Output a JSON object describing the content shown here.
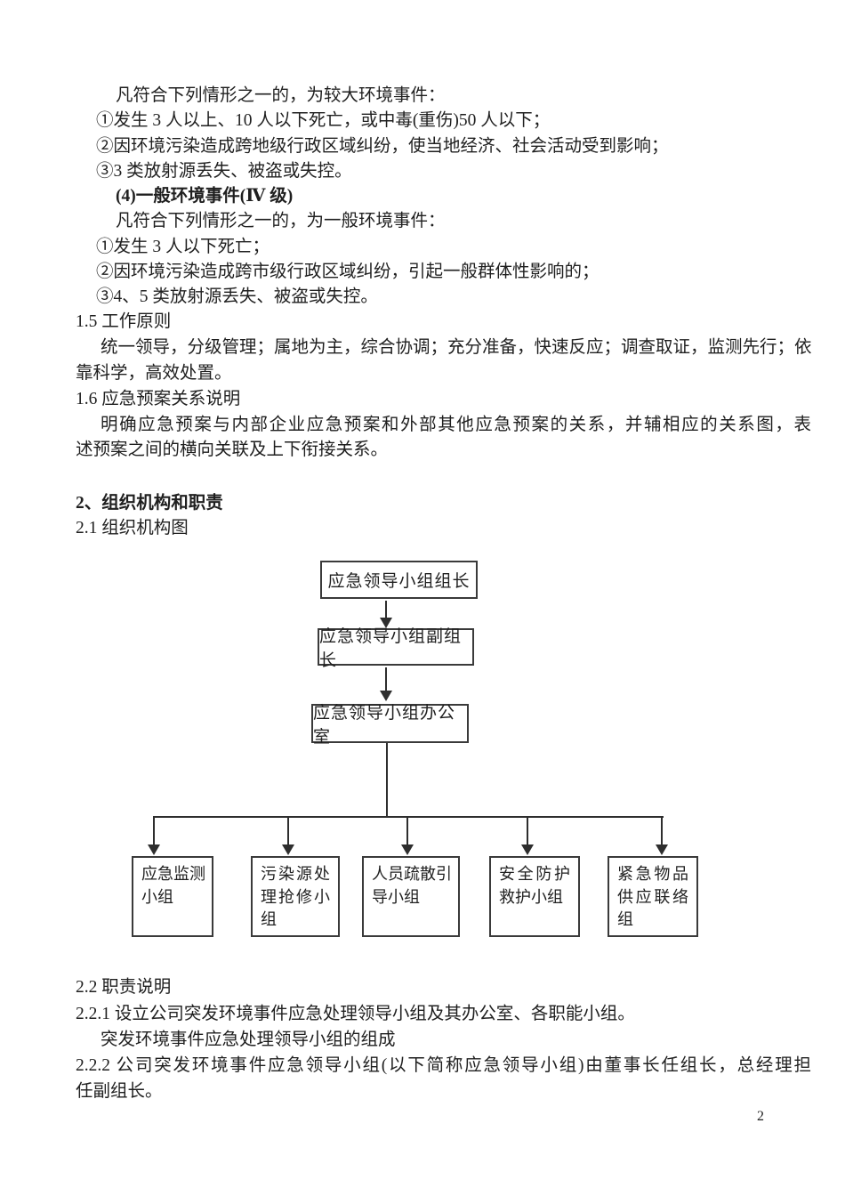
{
  "document": {
    "lines": [
      "凡符合下列情形之一的，为较大环境事件：",
      "①发生 3 人以上、10 人以下死亡，或中毒(重伤)50 人以下；",
      "②因环境污染造成跨地级行政区域纠纷，使当地经济、社会活动受到影响；",
      "③3 类放射源丢失、被盗或失控。",
      "(4)一般环境事件(Ⅳ 级)",
      "凡符合下列情形之一的，为一般环境事件：",
      "①发生 3 人以下死亡；",
      "②因环境污染造成跨市级行政区域纠纷，引起一般群体性影响的；",
      "③4、5 类放射源丢失、被盗或失控。",
      "1.5 工作原则",
      "统一领导，分级管理；属地为主，综合协调；充分准备，快速反应；调查取证，监测先行；依",
      "靠科学，高效处置。",
      "1.6 应急预案关系说明",
      "明确应急预案与内部企业应急预案和外部其他应急预案的关系，并辅相应的关系图，表",
      "述预案之间的横向关联及上下衔接关系。",
      "2、组织机构和职责",
      "2.1 组织机构图",
      "2.2 职责说明",
      "2.2.1 设立公司突发环境事件应急处理领导小组及其办公室、各职能小组。",
      "突发环境事件应急处理领导小组的组成",
      "2.2.2 公司突发环境事件应急领导小组(以下简称应急领导小组)由董事长任组长，总经理担",
      "任副组长。"
    ],
    "page_number": "2"
  },
  "orgchart": {
    "chain": [
      "应急领导小组组长",
      "应急领导小组副组长",
      "应急领导小组办公室"
    ],
    "groups": [
      {
        "name": "应急监测小组",
        "lines": [
          "应急监测",
          "小组"
        ]
      },
      {
        "name": "污染源处理抢修小组",
        "lines": [
          "污染源处",
          "理抢修小",
          "组"
        ]
      },
      {
        "name": "人员疏散引导小组",
        "lines": [
          "人员疏散引",
          "导小组"
        ]
      },
      {
        "name": "安全防护救护小组",
        "lines": [
          "安全防护",
          "救护小组"
        ]
      },
      {
        "name": "紧急物品供应联络组",
        "lines": [
          "紧急物品",
          "供应联络",
          "组"
        ]
      }
    ]
  }
}
